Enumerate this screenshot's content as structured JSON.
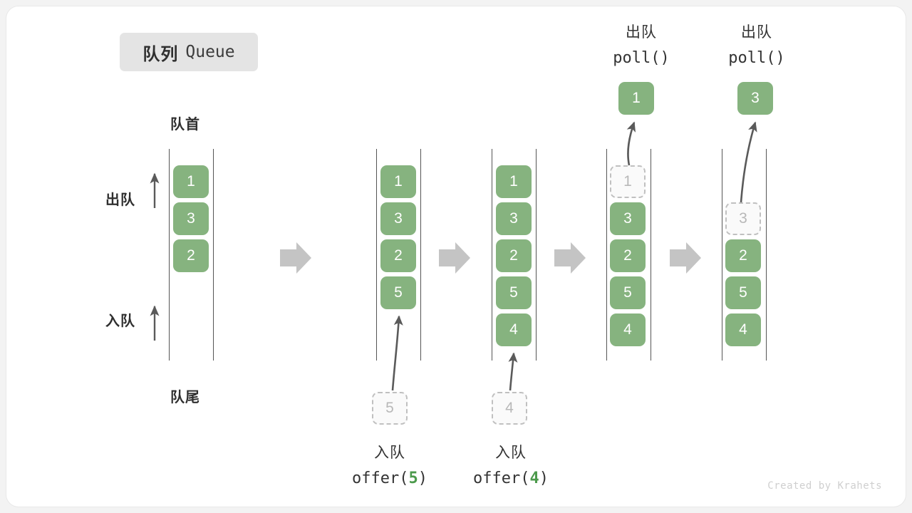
{
  "title": {
    "cn": "队列",
    "en": "Queue"
  },
  "labels": {
    "front": "队首",
    "rear": "队尾",
    "dequeue_side": "出队",
    "enqueue_side": "入队"
  },
  "credit": "Created by Krahets",
  "colors": {
    "cell_fill": "#86b37f",
    "cell_text": "#ffffff",
    "ghost_fill": "#fafafa",
    "ghost_border": "#c0c0c0",
    "ghost_text": "#b8b8b8",
    "badge_bg": "#e4e4e4",
    "rail": "#555555",
    "step_arrow": "#c4c4c4",
    "motion_arrow": "#5a5a5a",
    "accent_number": "#4c9a4c",
    "card_bg": "#ffffff",
    "page_bg": "#f3f3f3"
  },
  "columns": [
    {
      "name": "initial-queue",
      "cells": [
        {
          "value": "1",
          "state": "filled"
        },
        {
          "value": "3",
          "state": "filled"
        },
        {
          "value": "2",
          "state": "filled"
        }
      ]
    },
    {
      "name": "after-offer-5",
      "cells": [
        {
          "value": "1",
          "state": "filled"
        },
        {
          "value": "3",
          "state": "filled"
        },
        {
          "value": "2",
          "state": "filled"
        },
        {
          "value": "5",
          "state": "filled"
        }
      ],
      "incoming": {
        "value": "5",
        "state": "ghost"
      },
      "caption": {
        "cn": "入队",
        "code_prefix": "offer(",
        "code_num": "5",
        "code_suffix": ")"
      }
    },
    {
      "name": "after-offer-4",
      "cells": [
        {
          "value": "1",
          "state": "filled"
        },
        {
          "value": "3",
          "state": "filled"
        },
        {
          "value": "2",
          "state": "filled"
        },
        {
          "value": "5",
          "state": "filled"
        },
        {
          "value": "4",
          "state": "filled"
        }
      ],
      "incoming": {
        "value": "4",
        "state": "ghost"
      },
      "caption": {
        "cn": "入队",
        "code_prefix": "offer(",
        "code_num": "4",
        "code_suffix": ")"
      }
    },
    {
      "name": "after-poll-1",
      "cells": [
        {
          "value": "1",
          "state": "ghost"
        },
        {
          "value": "3",
          "state": "filled"
        },
        {
          "value": "2",
          "state": "filled"
        },
        {
          "value": "5",
          "state": "filled"
        },
        {
          "value": "4",
          "state": "filled"
        }
      ],
      "outgoing": {
        "value": "1",
        "state": "filled"
      },
      "caption": {
        "cn": "出队",
        "code": "poll()"
      }
    },
    {
      "name": "after-poll-3",
      "cells": [
        {
          "value": "",
          "state": "empty"
        },
        {
          "value": "3",
          "state": "ghost"
        },
        {
          "value": "2",
          "state": "filled"
        },
        {
          "value": "5",
          "state": "filled"
        },
        {
          "value": "4",
          "state": "filled"
        }
      ],
      "outgoing": {
        "value": "3",
        "state": "filled"
      },
      "caption": {
        "cn": "出队",
        "code": "poll()"
      }
    }
  ]
}
